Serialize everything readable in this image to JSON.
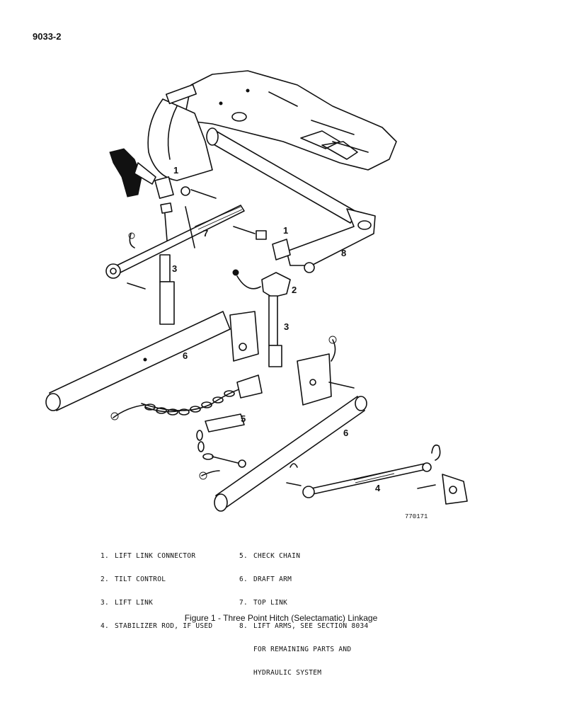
{
  "page": {
    "number": "9033-2"
  },
  "figure": {
    "drawing_number": "770171",
    "callouts": [
      "1",
      "2",
      "3",
      "4",
      "5",
      "6",
      "7",
      "8"
    ],
    "caption": "Figure 1 - Three Point Hitch (Selectamatic) Linkage"
  },
  "legend": {
    "left": [
      {
        "num": "1.",
        "text": "LIFT LINK CONNECTOR"
      },
      {
        "num": "2.",
        "text": "TILT CONTROL"
      },
      {
        "num": "3.",
        "text": "LIFT LINK"
      },
      {
        "num": "4.",
        "text": "STABILIZER ROD, IF USED"
      }
    ],
    "right": [
      {
        "num": "5.",
        "text": "CHECK CHAIN"
      },
      {
        "num": "6.",
        "text": "DRAFT ARM"
      },
      {
        "num": "7.",
        "text": "TOP LINK"
      },
      {
        "num": "8.",
        "text": "LIFT ARMS, SEE SECTION 8034",
        "cont1": "FOR REMAINING PARTS AND",
        "cont2": "HYDRAULIC SYSTEM"
      }
    ]
  }
}
